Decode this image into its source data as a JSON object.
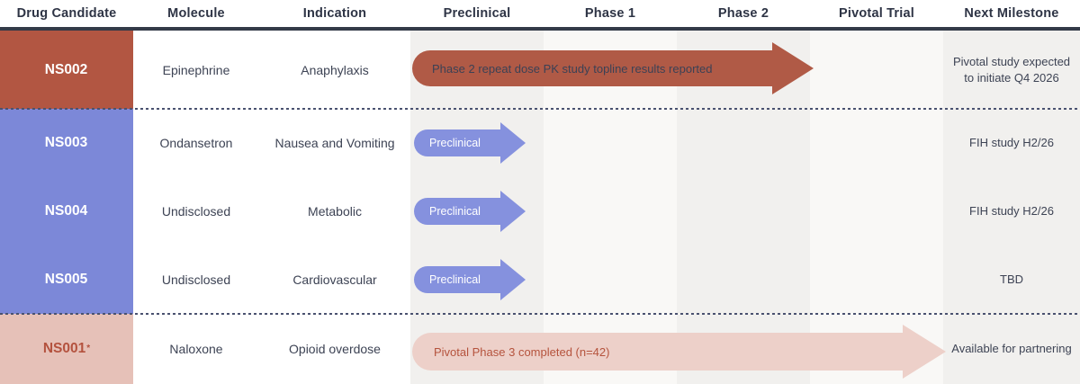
{
  "header": {
    "columns": [
      "Drug Candidate",
      "Molecule",
      "Indication",
      "Preclinical",
      "Phase 1",
      "Phase 2",
      "Pivotal Trial",
      "Next Milestone"
    ]
  },
  "rows": [
    {
      "candidate": "NS002",
      "suffix": "",
      "molecule": "Epinephrine",
      "indication": "Anaphylaxis",
      "stage_label": "Phase 2 repeat dose PK study topline results reported",
      "milestone": "Pivotal study expected to initiate Q4 2026"
    },
    {
      "candidate": "NS003",
      "suffix": "",
      "molecule": "Ondansetron",
      "indication": "Nausea and Vomiting",
      "stage_label": "Preclinical",
      "milestone": "FIH study H2/26"
    },
    {
      "candidate": "NS004",
      "suffix": "",
      "molecule": "Undisclosed",
      "indication": "Metabolic",
      "stage_label": "Preclinical",
      "milestone": "FIH study H2/26"
    },
    {
      "candidate": "NS005",
      "suffix": "",
      "molecule": "Undisclosed",
      "indication": "Cardiovascular",
      "stage_label": "Preclinical",
      "milestone": "TBD"
    },
    {
      "candidate": "NS001",
      "suffix": "*",
      "molecule": "Naloxone",
      "indication": "Opioid overdose",
      "stage_label": "Pivotal Phase 3 completed (n=42)",
      "milestone": "Available for partnering"
    }
  ],
  "colors": {
    "red_cell": "#b25642",
    "red_arrow": "#b05a46",
    "blue_cell": "#7c88d8",
    "blue_arrow": "#8591de",
    "pink_cell": "#e6c1b8",
    "pink_arrow": "#edd0c9",
    "pink_text": "#b4523e",
    "header_text": "#2e3445",
    "body_text": "#3d4354",
    "header_rule": "#333a48",
    "band_dark": "#f1f0ee",
    "band_light": "#f9f8f6",
    "dashed_separator": "#4a5270"
  },
  "chart_data": {
    "type": "table",
    "columns": [
      "Drug Candidate",
      "Molecule",
      "Indication",
      "Preclinical",
      "Phase 1",
      "Phase 2",
      "Pivotal Trial",
      "Next Milestone"
    ],
    "phases": [
      "Preclinical",
      "Phase 1",
      "Phase 2",
      "Pivotal Trial"
    ],
    "rows": [
      {
        "candidate": "NS002",
        "molecule": "Epinephrine",
        "indication": "Anaphylaxis",
        "progress_label": "Phase 2 repeat dose PK study topline results reported",
        "progress_through": "Phase 2",
        "next_milestone": "Pivotal study expected to initiate Q4 2026",
        "color": "#b05a46"
      },
      {
        "candidate": "NS003",
        "molecule": "Ondansetron",
        "indication": "Nausea and Vomiting",
        "progress_label": "Preclinical",
        "progress_through": "Preclinical",
        "next_milestone": "FIH study H2/26",
        "color": "#8591de"
      },
      {
        "candidate": "NS004",
        "molecule": "Undisclosed",
        "indication": "Metabolic",
        "progress_label": "Preclinical",
        "progress_through": "Preclinical",
        "next_milestone": "FIH study H2/26",
        "color": "#8591de"
      },
      {
        "candidate": "NS005",
        "molecule": "Undisclosed",
        "indication": "Cardiovascular",
        "progress_label": "Preclinical",
        "progress_through": "Preclinical",
        "next_milestone": "TBD",
        "color": "#8591de"
      },
      {
        "candidate": "NS001*",
        "molecule": "Naloxone",
        "indication": "Opioid overdose",
        "progress_label": "Pivotal Phase 3 completed (n=42)",
        "progress_through": "Pivotal Trial",
        "next_milestone": "Available for partnering",
        "color": "#edd0c9"
      }
    ],
    "legend_position": "none",
    "grid": "column-bands"
  }
}
